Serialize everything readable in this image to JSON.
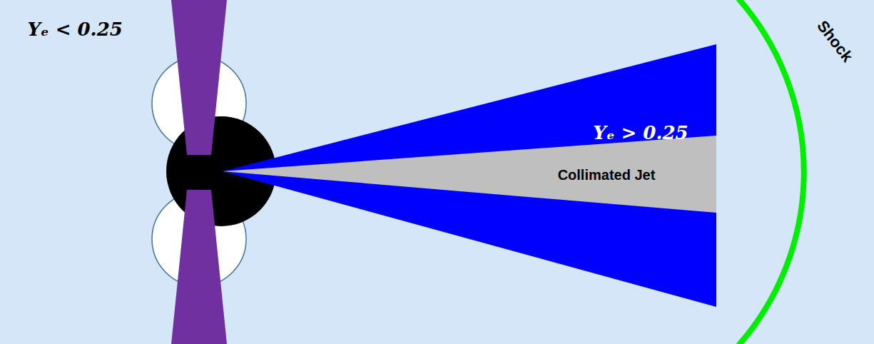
{
  "diagram": {
    "nodes": [
      {
        "text": [
          "Yₑ > 0.25"
        ]
      },
      {
        "text": [
          "Collimated Jet"
        ],
        "in": 0
      }
    ],
    "labels": [
      "Yₑ < 0.25",
      "Shock"
    ]
  }
}
